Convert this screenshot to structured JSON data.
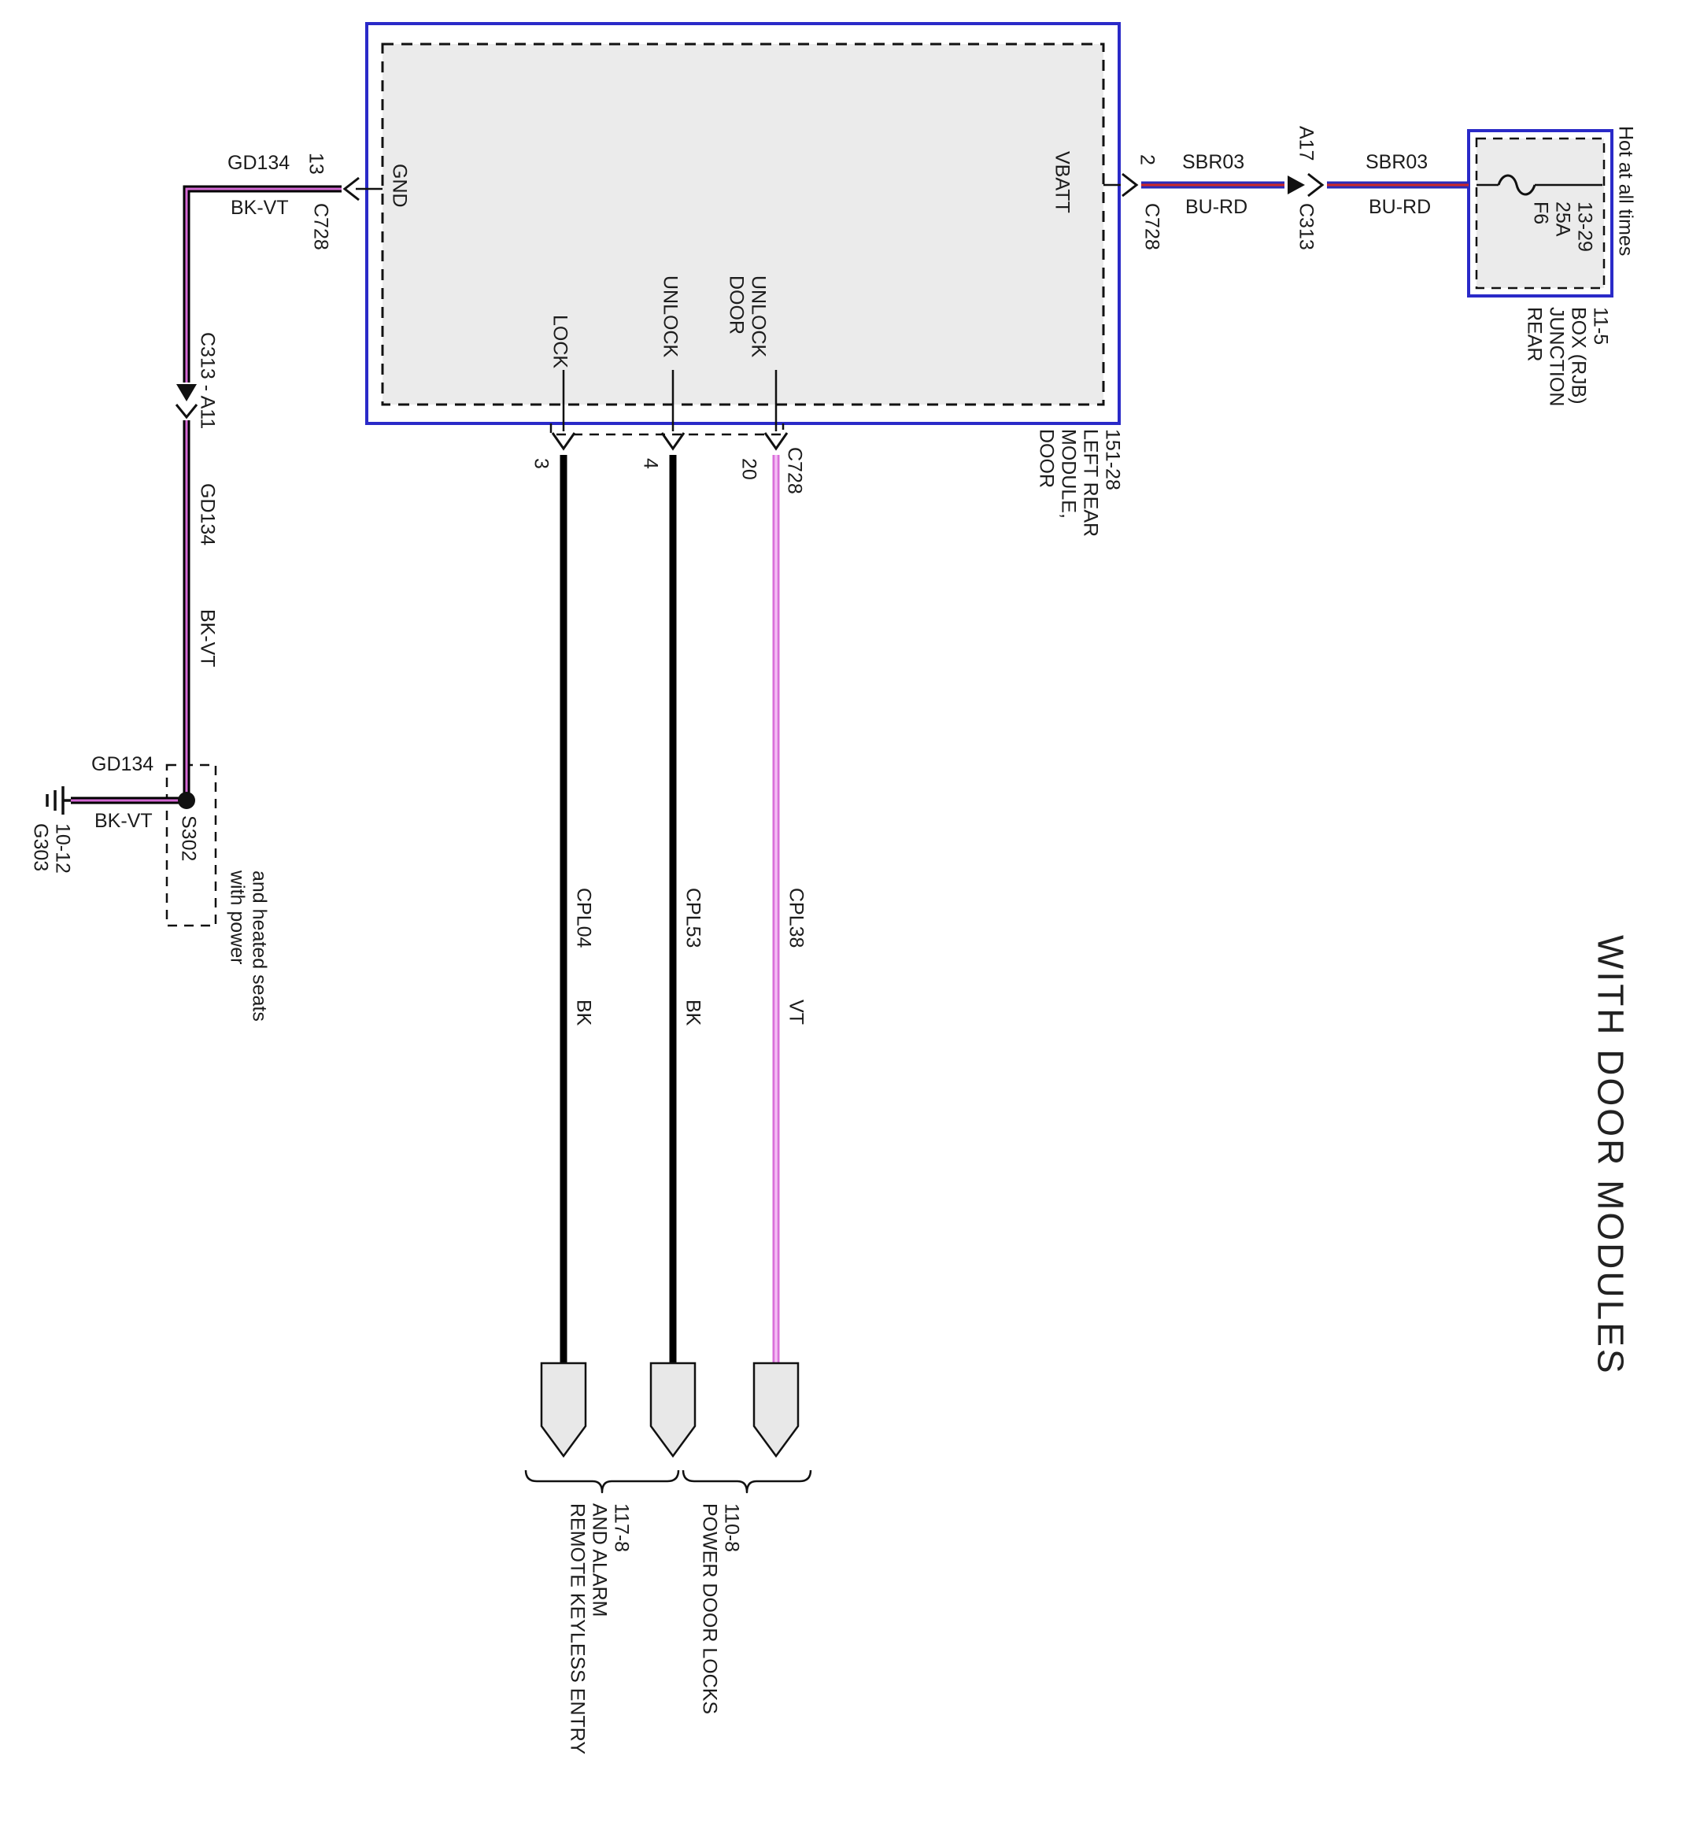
{
  "diagram_title": "WITH DOOR MODULES",
  "module": {
    "name_line1": "DOOR",
    "name_line2": "MODULE,",
    "name_line3": "LEFT REAR",
    "name_line4": "151-28",
    "gnd_label": "GND",
    "vbatt_label": "VBATT",
    "lock_label": "LOCK",
    "unlock_label": "UNLOCK",
    "door_unlock_line1": "DOOR",
    "door_unlock_line2": "UNLOCK",
    "gnd_pin": "13",
    "vbatt_pin": "2",
    "lock_pin": "3",
    "unlock_pin": "4",
    "door_unlock_pin": "20",
    "gnd_connector": "C728",
    "vbatt_connector": "C728",
    "door_unlock_connector": "C728"
  },
  "ground_circuit": {
    "wire_id": "GD134",
    "wire_color": "BK-VT",
    "inline_connector": "C313 - A11",
    "splice": "S302",
    "splice_note_line1": "with power",
    "splice_note_line2": "and heated seats",
    "ground_id_line1": "G303",
    "ground_id_line2": "10-12"
  },
  "power_circuit": {
    "wire_id": "SBR03",
    "wire_color": "BU-RD",
    "connector_pin": "A17",
    "connector": "C313",
    "hot_note": "Hot at all times",
    "fuse_line1": "F6",
    "fuse_line2": "25A",
    "fuse_line3": "13-29",
    "rjb_line1": "REAR",
    "rjb_line2": "JUNCTION",
    "rjb_line3": "BOX (RJB)",
    "rjb_line4": "11-5"
  },
  "outputs": {
    "wire1_id": "CPL04",
    "wire1_color": "BK",
    "wire2_id": "CPL53",
    "wire2_color": "BK",
    "wire3_id": "CPL38",
    "wire3_color": "VT",
    "dest1_line1": "REMOTE KEYLESS ENTRY",
    "dest1_line2": "AND ALARM",
    "dest1_line3": "117-8",
    "dest2_line1": "POWER DOOR LOCKS",
    "dest2_line2": "110-8"
  },
  "colors": {
    "module_border": "#2a2ac8",
    "module_fill": "#ebebeb",
    "wire_bk": "#000000",
    "wire_vt_stripe": "#d46ad4",
    "wire_bu": "#2a2ab8",
    "wire_rd_stripe": "#cc2828",
    "wire_vt_solid": "#d96fd9",
    "wire_vt_core": "#f4bdf4"
  }
}
